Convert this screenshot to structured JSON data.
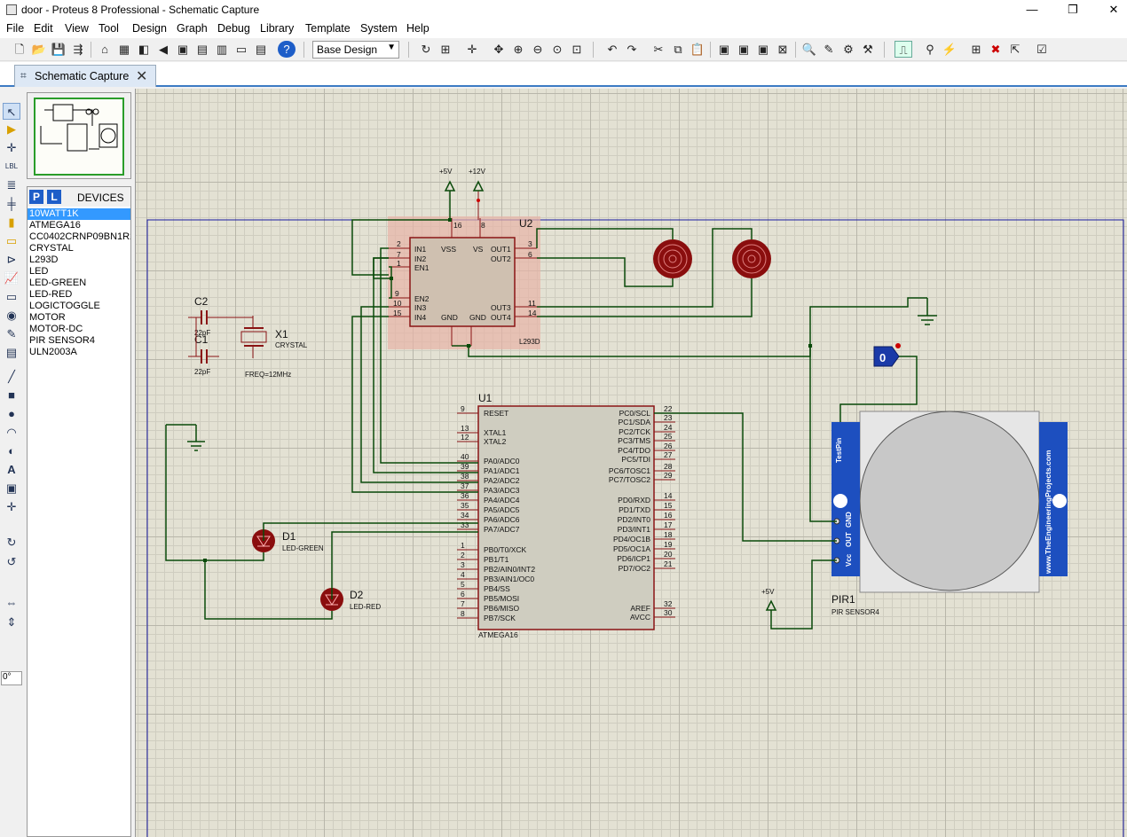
{
  "window": {
    "title": "door - Proteus 8 Professional - Schematic Capture",
    "minimize": "—",
    "maximize": "❐",
    "close": "✕"
  },
  "menu": [
    "File",
    "Edit",
    "View",
    "Tool",
    "Design",
    "Graph",
    "Debug",
    "Library",
    "Template",
    "System",
    "Help"
  ],
  "toolbar": {
    "variant": "Base Design"
  },
  "tab": {
    "label": "Schematic Capture",
    "close": "✕"
  },
  "left_tools": {
    "angle": "0°"
  },
  "devices": {
    "p_btn": "P",
    "l_btn": "L",
    "title": "DEVICES",
    "items": [
      "10WATT1K",
      "ATMEGA16",
      "CC0402CRNP09BN1R2",
      "CRYSTAL",
      "L293D",
      "LED",
      "LED-GREEN",
      "LED-RED",
      "LOGICTOGGLE",
      "MOTOR",
      "MOTOR-DC",
      "PIR SENSOR4",
      "ULN2003A"
    ],
    "selected": "10WATT1K"
  },
  "schematic": {
    "power": {
      "p5v": "+5V",
      "p12v": "+12V"
    },
    "u2": {
      "ref": "U2",
      "part": "L293D",
      "left_pins": [
        {
          "num": "2",
          "name": "IN1"
        },
        {
          "num": "7",
          "name": "IN2"
        },
        {
          "num": "1",
          "name": "EN1"
        },
        {
          "num": "9",
          "name": "EN2"
        },
        {
          "num": "10",
          "name": "IN3"
        },
        {
          "num": "15",
          "name": "IN4"
        }
      ],
      "right_pins": [
        {
          "num": "3",
          "name": "OUT1"
        },
        {
          "num": "6",
          "name": "OUT2"
        },
        {
          "num": "11",
          "name": "OUT3"
        },
        {
          "num": "14",
          "name": "OUT4"
        }
      ],
      "top_pins": [
        {
          "num": "16",
          "name": "VSS"
        },
        {
          "num": "8",
          "name": "VS"
        }
      ],
      "bottom_pins": [
        {
          "name": "GND"
        },
        {
          "name": "GND"
        }
      ]
    },
    "u1": {
      "ref": "U1",
      "part": "ATMEGA16",
      "left_pins": [
        {
          "num": "9",
          "name": "RESET"
        },
        {
          "num": "13",
          "name": "XTAL1"
        },
        {
          "num": "12",
          "name": "XTAL2"
        },
        {
          "num": "40",
          "name": "PA0/ADC0"
        },
        {
          "num": "39",
          "name": "PA1/ADC1"
        },
        {
          "num": "38",
          "name": "PA2/ADC2"
        },
        {
          "num": "37",
          "name": "PA3/ADC3"
        },
        {
          "num": "36",
          "name": "PA4/ADC4"
        },
        {
          "num": "35",
          "name": "PA5/ADC5"
        },
        {
          "num": "34",
          "name": "PA6/ADC6"
        },
        {
          "num": "33",
          "name": "PA7/ADC7"
        },
        {
          "num": "1",
          "name": "PB0/T0/XCK"
        },
        {
          "num": "2",
          "name": "PB1/T1"
        },
        {
          "num": "3",
          "name": "PB2/AIN0/INT2"
        },
        {
          "num": "4",
          "name": "PB3/AIN1/OC0"
        },
        {
          "num": "5",
          "name": "PB4/SS"
        },
        {
          "num": "6",
          "name": "PB5/MOSI"
        },
        {
          "num": "7",
          "name": "PB6/MISO"
        },
        {
          "num": "8",
          "name": "PB7/SCK"
        }
      ],
      "right_pins": [
        {
          "num": "22",
          "name": "PC0/SCL"
        },
        {
          "num": "23",
          "name": "PC1/SDA"
        },
        {
          "num": "24",
          "name": "PC2/TCK"
        },
        {
          "num": "25",
          "name": "PC3/TMS"
        },
        {
          "num": "26",
          "name": "PC4/TDO"
        },
        {
          "num": "27",
          "name": "PC5/TDI"
        },
        {
          "num": "28",
          "name": "PC6/TOSC1"
        },
        {
          "num": "29",
          "name": "PC7/TOSC2"
        },
        {
          "num": "14",
          "name": "PD0/RXD"
        },
        {
          "num": "15",
          "name": "PD1/TXD"
        },
        {
          "num": "16",
          "name": "PD2/INT0"
        },
        {
          "num": "17",
          "name": "PD3/INT1"
        },
        {
          "num": "18",
          "name": "PD4/OC1B"
        },
        {
          "num": "19",
          "name": "PD5/OC1A"
        },
        {
          "num": "20",
          "name": "PD6/ICP1"
        },
        {
          "num": "21",
          "name": "PD7/OC2"
        },
        {
          "num": "32",
          "name": "AREF"
        },
        {
          "num": "30",
          "name": "AVCC"
        }
      ]
    },
    "c2": {
      "ref": "C2",
      "value": "22pF"
    },
    "c1": {
      "ref": "C1",
      "value": "22pF"
    },
    "x1": {
      "ref": "X1",
      "part": "CRYSTAL",
      "freq": "FREQ=12MHz"
    },
    "d1": {
      "ref": "D1",
      "part": "LED-GREEN"
    },
    "d2": {
      "ref": "D2",
      "part": "LED-RED"
    },
    "pir": {
      "ref": "PIR1",
      "part": "PIR SENSOR4",
      "left_label": "TestPin",
      "right_label": "www.TheEngineeringProjects.com",
      "pins": [
        "GND",
        "OUT",
        "Vcc"
      ],
      "toggle_value": "0"
    }
  }
}
